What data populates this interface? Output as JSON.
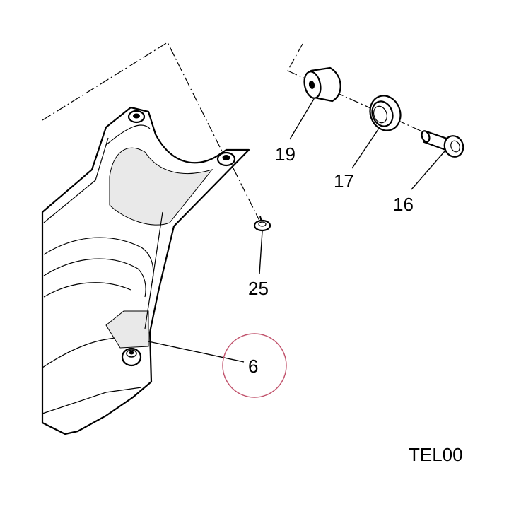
{
  "callouts": {
    "part_19": "19",
    "part_17": "17",
    "part_16": "16",
    "part_25": "25",
    "part_6": "6"
  },
  "reference_code": "TEL00",
  "highlight_color": "#c0506a"
}
